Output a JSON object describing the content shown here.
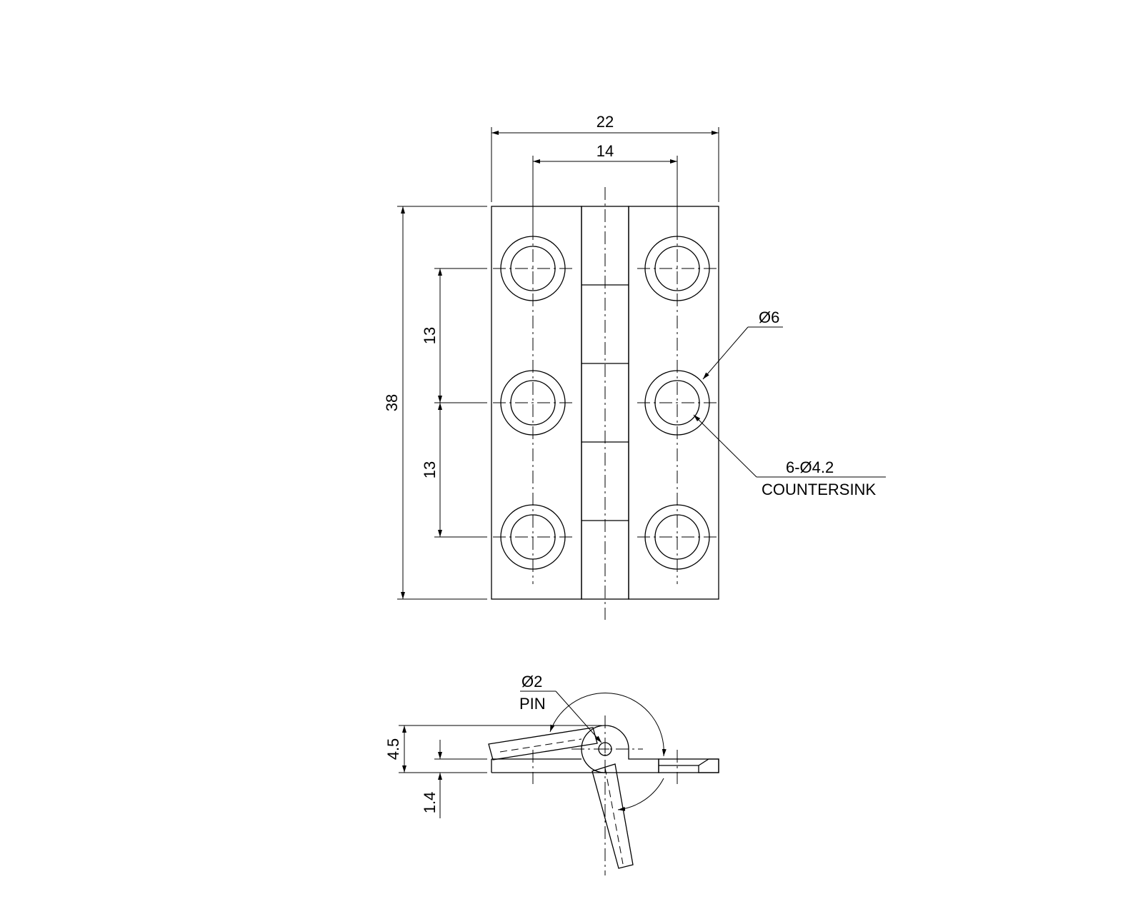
{
  "dimensions": {
    "overall_width": "22",
    "hole_spacing_x": "14",
    "overall_height": "38",
    "hole_pitch_upper": "13",
    "hole_pitch_lower": "13",
    "countersink_diameter": "Ø6",
    "hole_spec": "6-Ø4.2",
    "hole_note": "COUNTERSINK",
    "pin_diameter": "Ø2",
    "pin_note": "PIN",
    "side_height": "4.5",
    "plate_thickness": "1.4"
  }
}
